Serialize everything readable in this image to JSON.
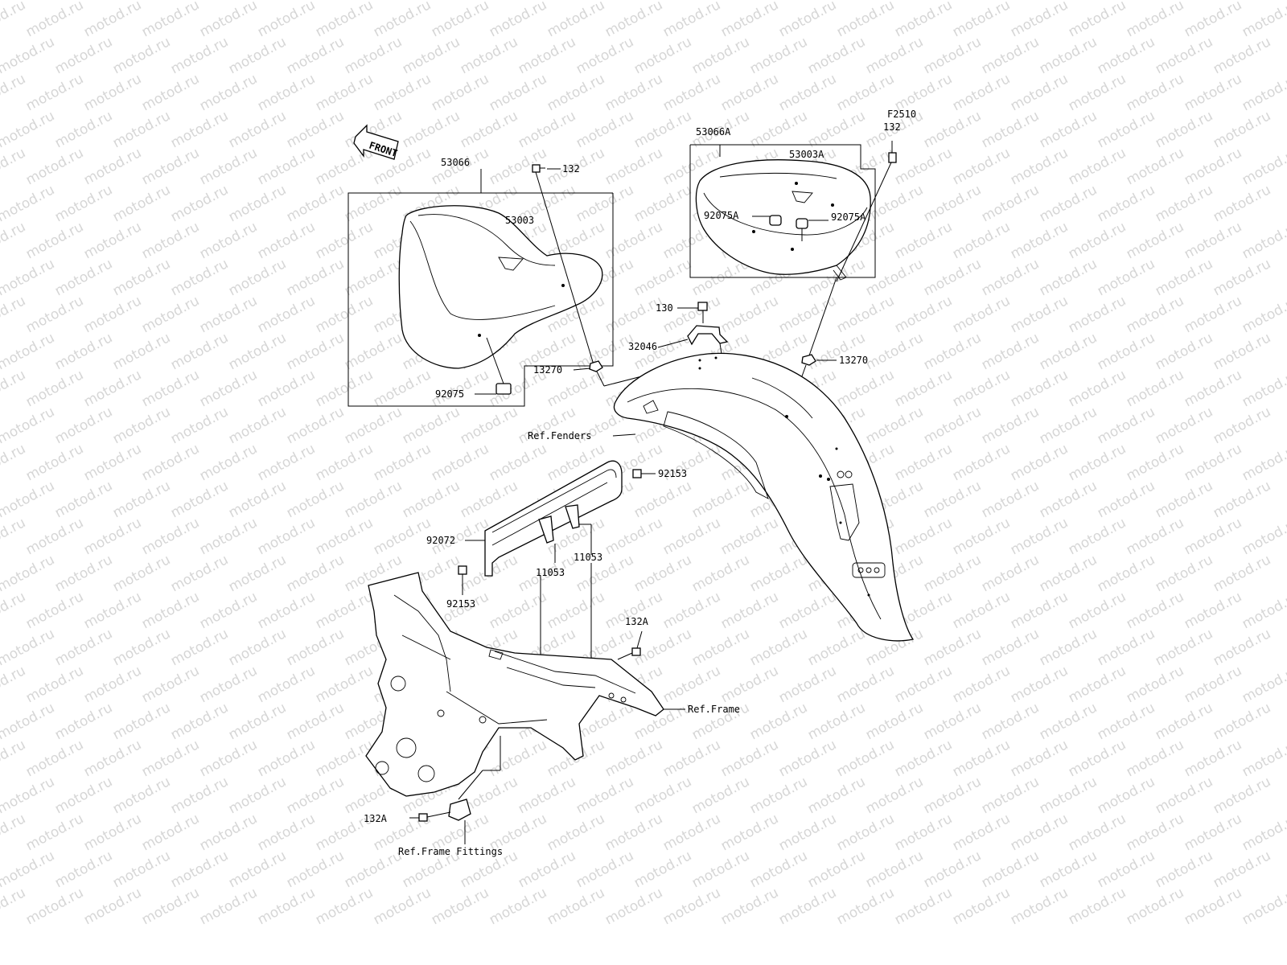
{
  "watermark": "motod.ru",
  "diagram_code": "F2510",
  "front_label": "FRONT",
  "labels": {
    "p53066": "53066",
    "p53003": "53003",
    "p92075": "92075",
    "p132_left": "132",
    "p13270_left": "13270",
    "p53066A": "53066A",
    "p53003A": "53003A",
    "p132_right": "132",
    "p92075A_left": "92075A",
    "p92075A_right": "92075A",
    "p130": "130",
    "p32046": "32046",
    "p13270_right": "13270",
    "ref_fenders": "Ref.Fenders",
    "p92153_top": "92153",
    "p92072": "92072",
    "p11053_a": "11053",
    "p11053_b": "11053",
    "p92153_bottom": "92153",
    "p132A_top": "132A",
    "ref_frame": "Ref.Frame",
    "p132A_bottom": "132A",
    "ref_frame_fittings": "Ref.Frame Fittings"
  }
}
